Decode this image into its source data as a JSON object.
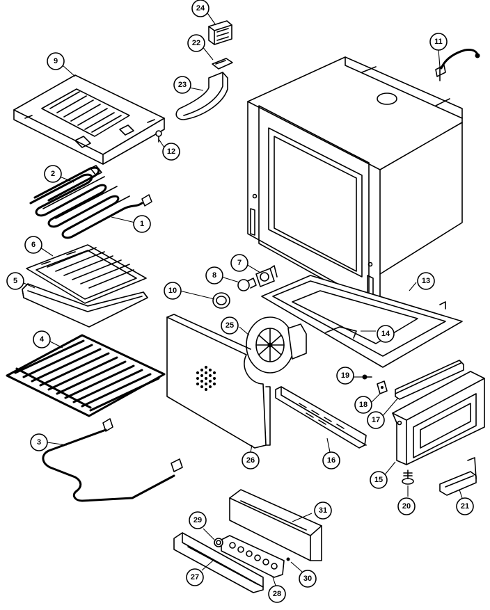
{
  "callouts": [
    {
      "id": "24",
      "label": "24"
    },
    {
      "id": "22",
      "label": "22"
    },
    {
      "id": "23",
      "label": "23"
    },
    {
      "id": "11",
      "label": "11"
    },
    {
      "id": "9",
      "label": "9"
    },
    {
      "id": "12",
      "label": "12"
    },
    {
      "id": "2",
      "label": "2"
    },
    {
      "id": "1",
      "label": "1"
    },
    {
      "id": "6",
      "label": "6"
    },
    {
      "id": "5",
      "label": "5"
    },
    {
      "id": "7",
      "label": "7"
    },
    {
      "id": "8",
      "label": "8"
    },
    {
      "id": "10",
      "label": "10"
    },
    {
      "id": "13",
      "label": "13"
    },
    {
      "id": "14",
      "label": "14"
    },
    {
      "id": "25",
      "label": "25"
    },
    {
      "id": "4",
      "label": "4"
    },
    {
      "id": "19",
      "label": "19"
    },
    {
      "id": "18",
      "label": "18"
    },
    {
      "id": "17",
      "label": "17"
    },
    {
      "id": "3",
      "label": "3"
    },
    {
      "id": "26",
      "label": "26"
    },
    {
      "id": "16",
      "label": "16"
    },
    {
      "id": "15",
      "label": "15"
    },
    {
      "id": "20",
      "label": "20"
    },
    {
      "id": "21",
      "label": "21"
    },
    {
      "id": "31",
      "label": "31"
    },
    {
      "id": "29",
      "label": "29"
    },
    {
      "id": "27",
      "label": "27"
    },
    {
      "id": "28",
      "label": "28"
    },
    {
      "id": "30",
      "label": "30"
    }
  ]
}
